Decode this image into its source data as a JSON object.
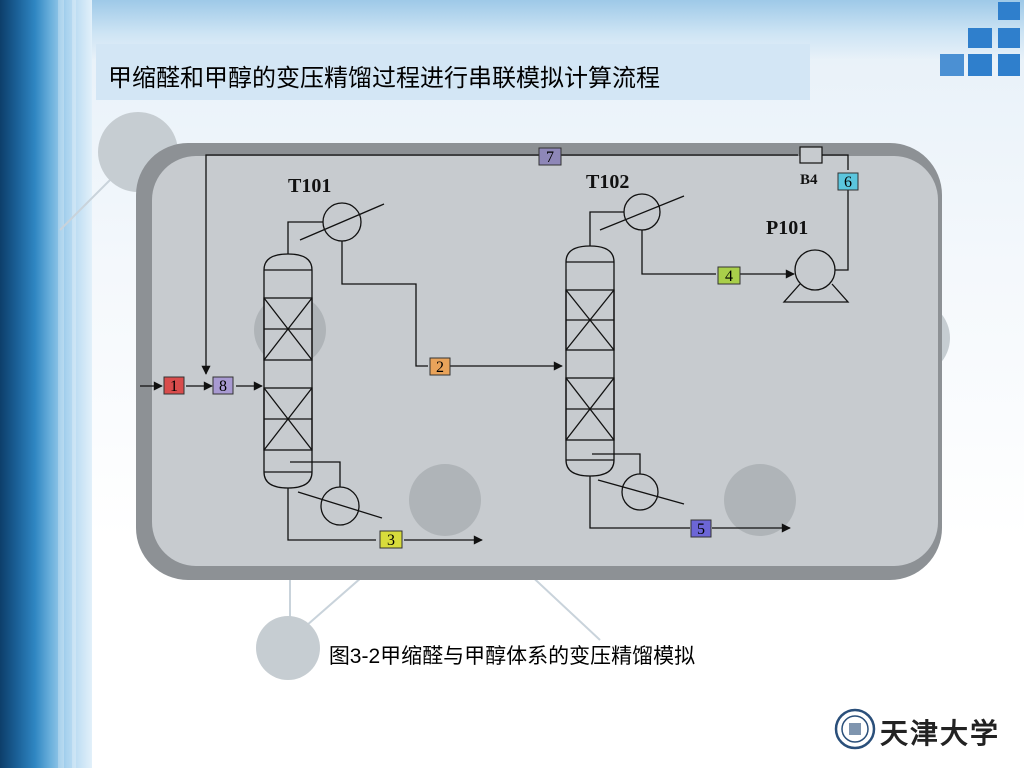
{
  "slide": {
    "title": "甲缩醛和甲醇的变压精馏过程进行串联模拟计算流程",
    "caption": "图3-2甲缩醛与甲醇体系的变压精馏模拟",
    "logo_text": "天津大学"
  },
  "flowsheet": {
    "units": {
      "column_1": "T101",
      "column_2": "T102",
      "pump": "P101",
      "block": "B4"
    },
    "streams": [
      "1",
      "2",
      "3",
      "4",
      "5",
      "6",
      "7",
      "8"
    ]
  },
  "colors": {
    "stream_1": "#d94c4c",
    "stream_2": "#e9a35a",
    "stream_3": "#d8dc3c",
    "stream_4": "#a9cf4a",
    "stream_5": "#6c66d6",
    "stream_6": "#5bc6de",
    "stream_7": "#8e87b8",
    "stream_8": "#a89ad2"
  }
}
